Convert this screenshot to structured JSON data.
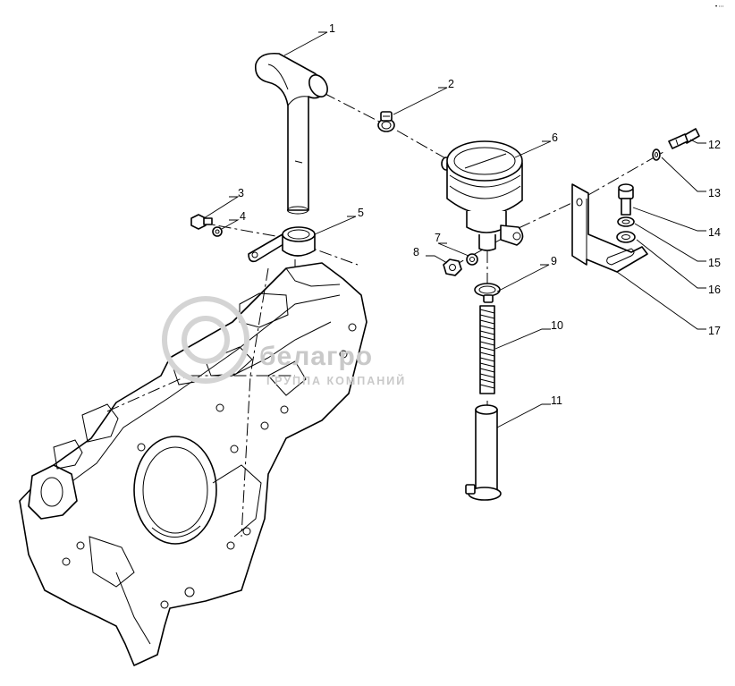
{
  "diagram": {
    "callouts": [
      "1",
      "2",
      "3",
      "4",
      "5",
      "6",
      "7",
      "8",
      "9",
      "10",
      "11",
      "12",
      "13",
      "14",
      "15",
      "16",
      "17"
    ]
  },
  "watermark": {
    "brand": "белагро",
    "subtitle": "ГРУППА КОМПАНИЙ",
    "color": "#c9c9c9"
  },
  "corner_mark": "• ⋯"
}
